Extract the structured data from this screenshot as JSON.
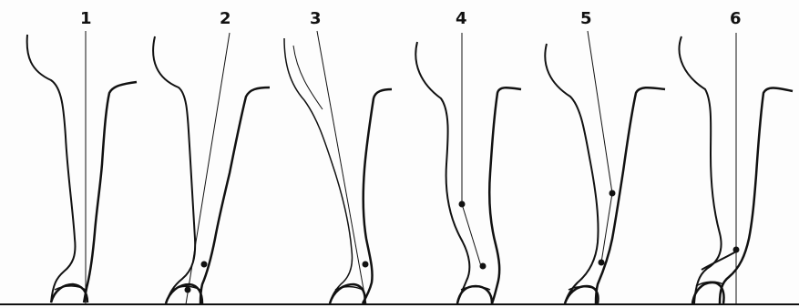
{
  "figure": {
    "panels": [
      {
        "number": "1"
      },
      {
        "number": "2"
      },
      {
        "number": "3"
      },
      {
        "number": "4"
      },
      {
        "number": "5"
      },
      {
        "number": "6"
      }
    ]
  },
  "colors": {
    "ink": "#111111",
    "background": "#fdfdfd"
  }
}
